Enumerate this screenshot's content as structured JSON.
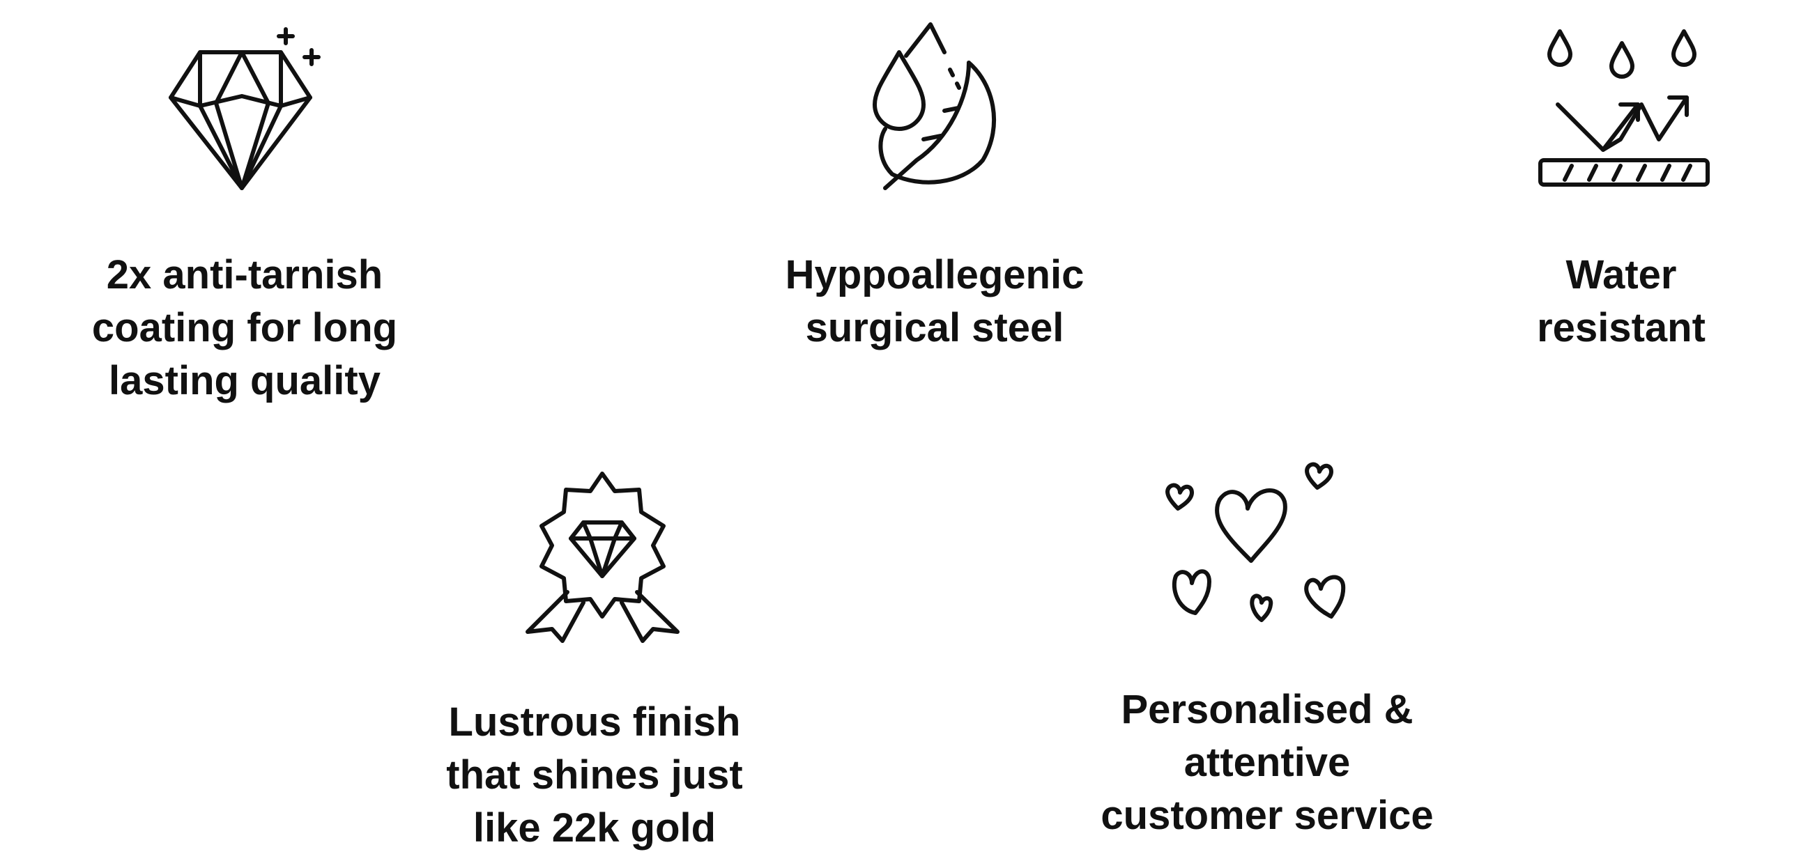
{
  "features": [
    {
      "icon": "diamond-sparkle-icon",
      "lines": [
        "2x anti-tarnish",
        "coating for long",
        "lasting quality"
      ]
    },
    {
      "icon": "drop-leaf-icon",
      "lines": [
        "Hyppoallegenic",
        "surgical steel"
      ]
    },
    {
      "icon": "water-repellent-icon",
      "lines": [
        "Water",
        "resistant"
      ]
    },
    {
      "icon": "diamond-badge-icon",
      "lines": [
        "Lustrous finish",
        "that shines just",
        "like 22k gold"
      ]
    },
    {
      "icon": "hearts-icon",
      "lines": [
        "Personalised &",
        "attentive",
        "customer service"
      ]
    }
  ],
  "colors": {
    "text": "#111111",
    "background": "#ffffff"
  }
}
